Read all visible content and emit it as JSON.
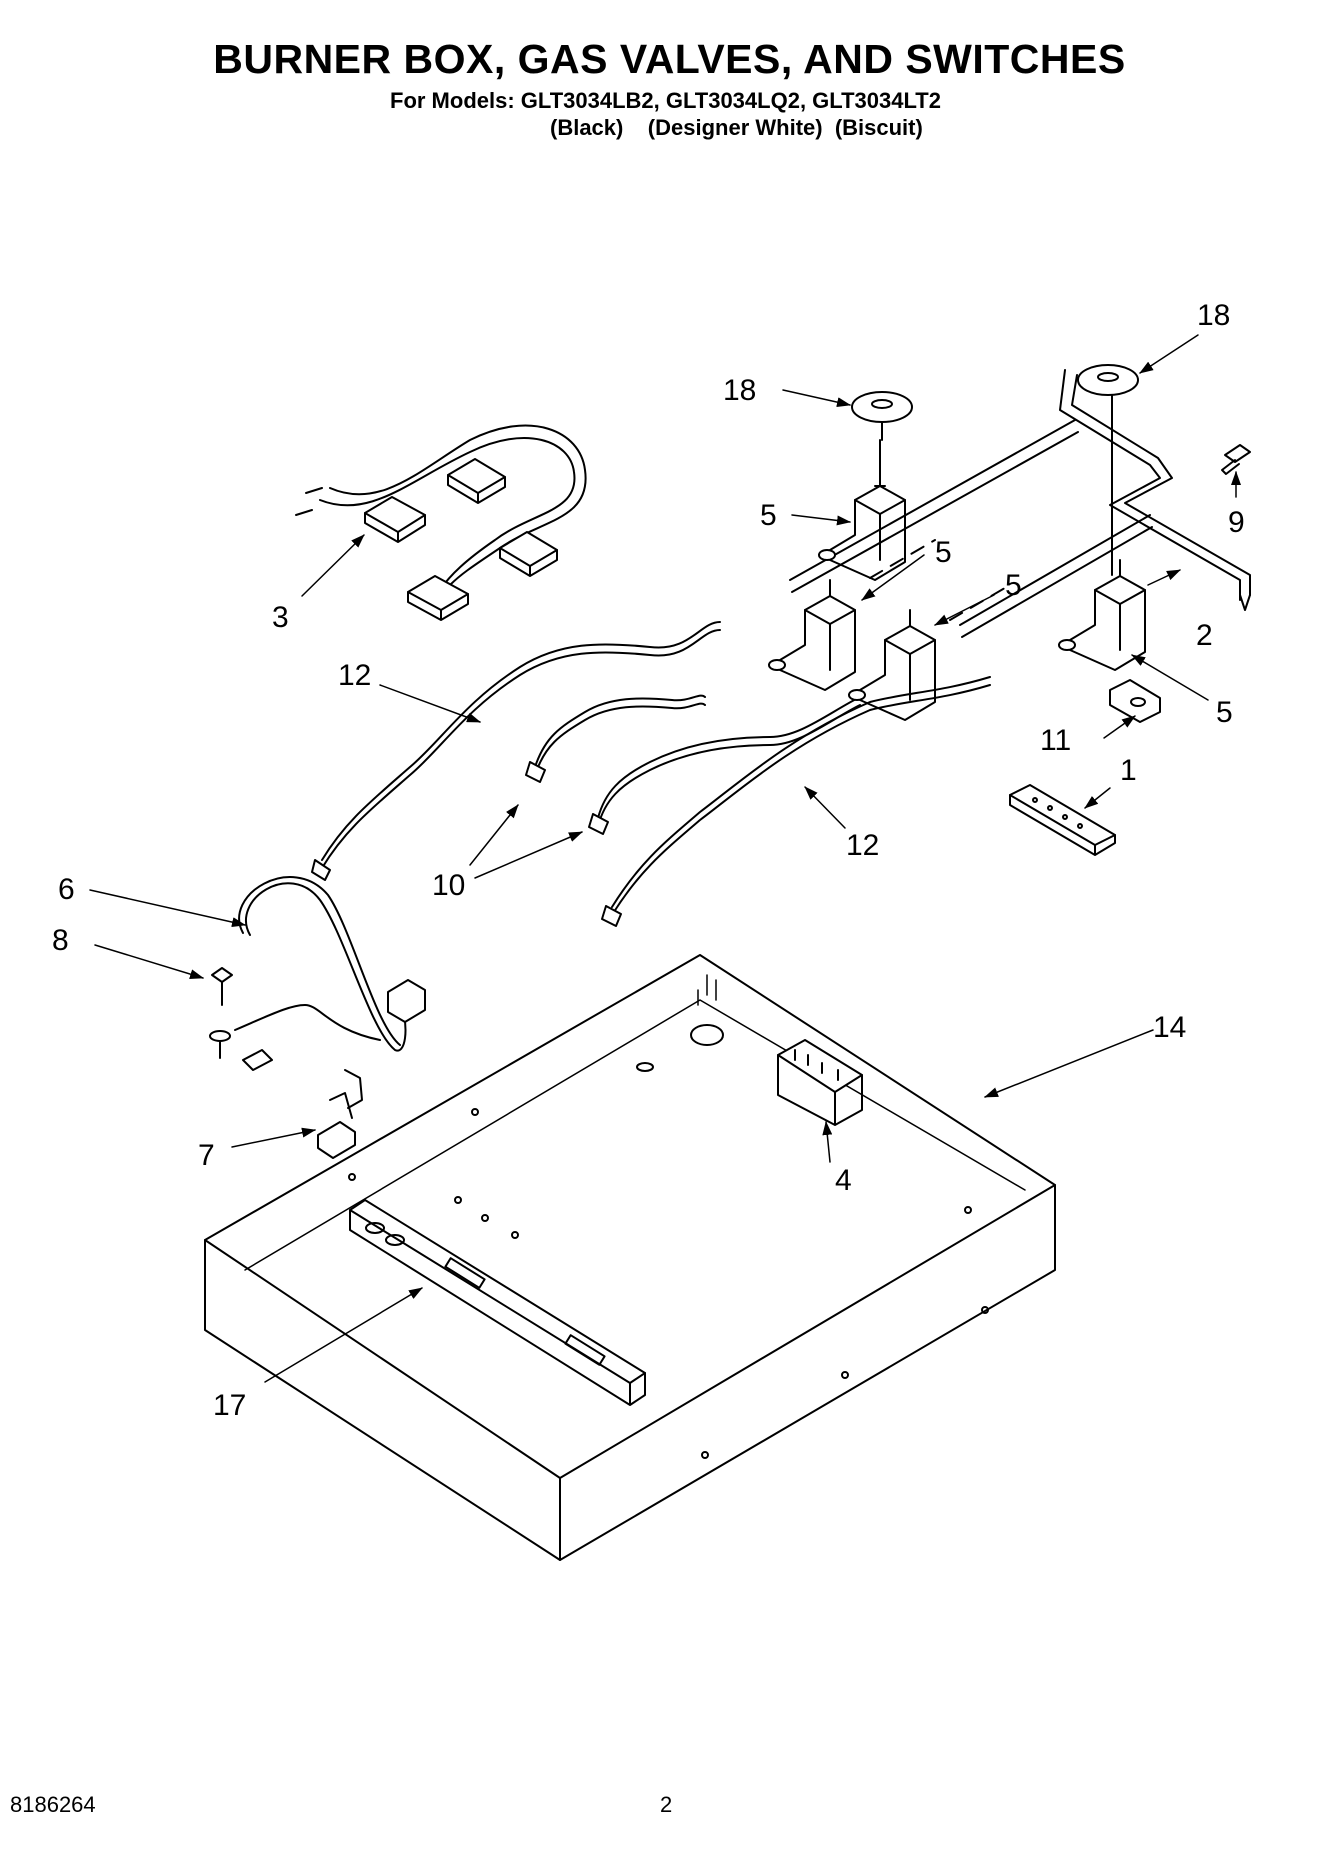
{
  "header": {
    "title": "BURNER BOX, GAS VALVES, AND SWITCHES",
    "models_line": "For Models: GLT3034LB2, GLT3034LQ2, GLT3034LT2",
    "colors_line": "(Black)    (Designer White)  (Biscuit)"
  },
  "callouts": {
    "c1": "1",
    "c2": "2",
    "c3": "3",
    "c4": "4",
    "c5a": "5",
    "c5b": "5",
    "c5c": "5",
    "c5d": "5",
    "c6": "6",
    "c7": "7",
    "c8": "8",
    "c9": "9",
    "c10": "10",
    "c11": "11",
    "c12a": "12",
    "c12b": "12",
    "c14": "14",
    "c17": "17",
    "c18a": "18",
    "c18b": "18"
  },
  "footer": {
    "doc_number": "8186264",
    "page_number": "2"
  }
}
